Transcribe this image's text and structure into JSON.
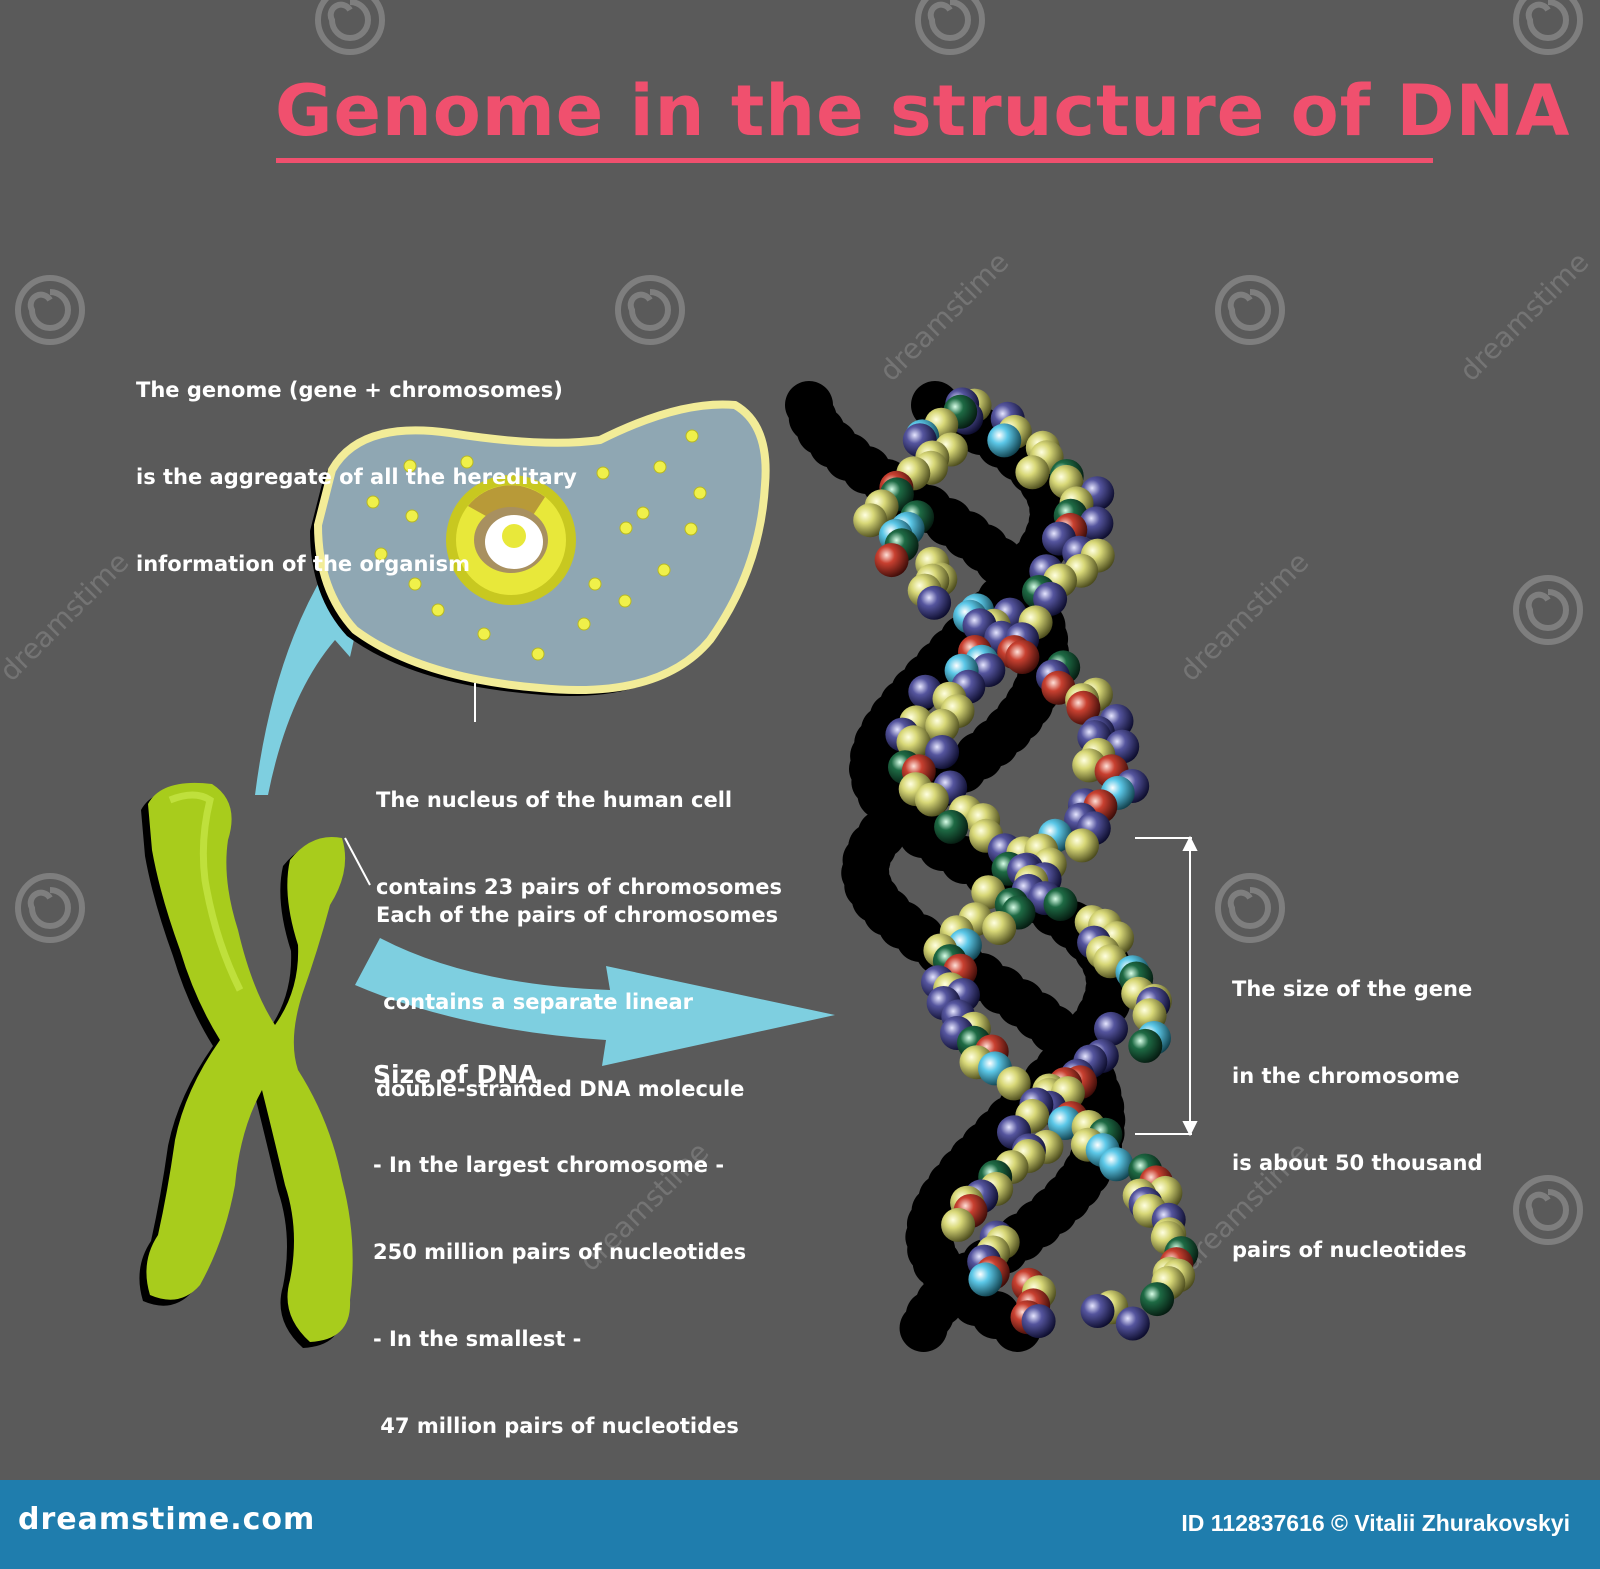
{
  "title": "Genome in the structure of DNA",
  "annotations": {
    "genome_definition": [
      "The genome (gene + chromosomes)",
      "is the aggregate of all the hereditary",
      "information of the organism"
    ],
    "nucleus": [
      "The nucleus of the human cell",
      "contains 23 pairs of chromosomes"
    ],
    "chromosome_pairs": [
      "Each of the pairs of chromosomes",
      " contains a separate linear",
      "double-stranded DNA molecule"
    ],
    "dna_size_heading": "Size of DNA",
    "dna_size": [
      "- In the largest chromosome -",
      "250 million pairs of nucleotides",
      "- In the smallest -",
      " 47 million pairs of nucleotides"
    ],
    "gene_size": [
      "The size of the gene",
      "in the chromosome",
      "is about 50 thousand",
      "pairs of nucleotides"
    ]
  },
  "watermark": "dreamstime",
  "footer": {
    "brand": "dreamstime.com",
    "credit": "ID 112837616 © Vitalii Zhurakovskyi"
  },
  "colors": {
    "background": "#5a5a5a",
    "title": "#f0506e",
    "arrow": "#7ecfe0",
    "chromosome": "#a8cc1c",
    "cell_fill": "#8fa7b3",
    "cell_border": "#f2ec98",
    "footer": "#1f7dad"
  }
}
